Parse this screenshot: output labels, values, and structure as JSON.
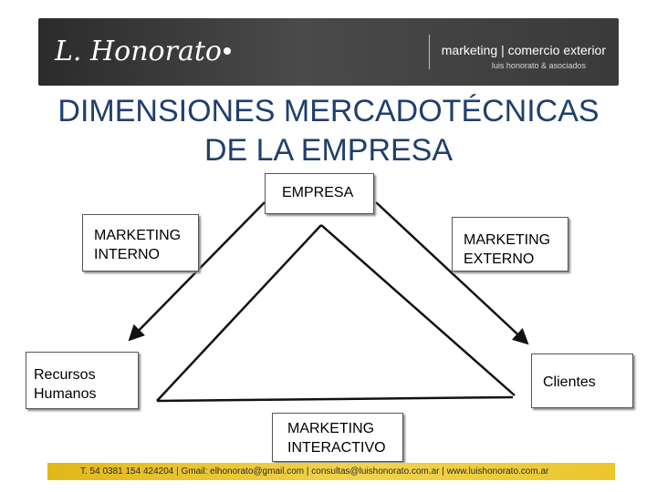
{
  "header": {
    "logo_text": "L. Honorato",
    "tagline": "marketing | comercio exterior",
    "subtagline": "luis honorato & asociados"
  },
  "title": {
    "line1": "DIMENSIONES MERCADOTÉCNICAS",
    "line2": "DE LA EMPRESA"
  },
  "diagram": {
    "empresa": "EMPRESA",
    "marketing_interno": [
      "MARKETING",
      "INTERNO"
    ],
    "marketing_externo": [
      "MARKETING",
      "EXTERNO"
    ],
    "recursos_humanos": [
      "Recursos",
      "Humanos"
    ],
    "clientes": "Clientes",
    "marketing_interactivo": [
      "MARKETING",
      "INTERACTIVO"
    ]
  },
  "footer": {
    "contact": "T. 54 0381 154 424204 | Gmail: elhonorato@gmail.com | consultas@luishonorato.com.ar | www.luishonorato.com.ar"
  },
  "colors": {
    "title": "#1f3f6e",
    "banner": "#3a3a3a",
    "footer_bar": "#ebc62c"
  }
}
